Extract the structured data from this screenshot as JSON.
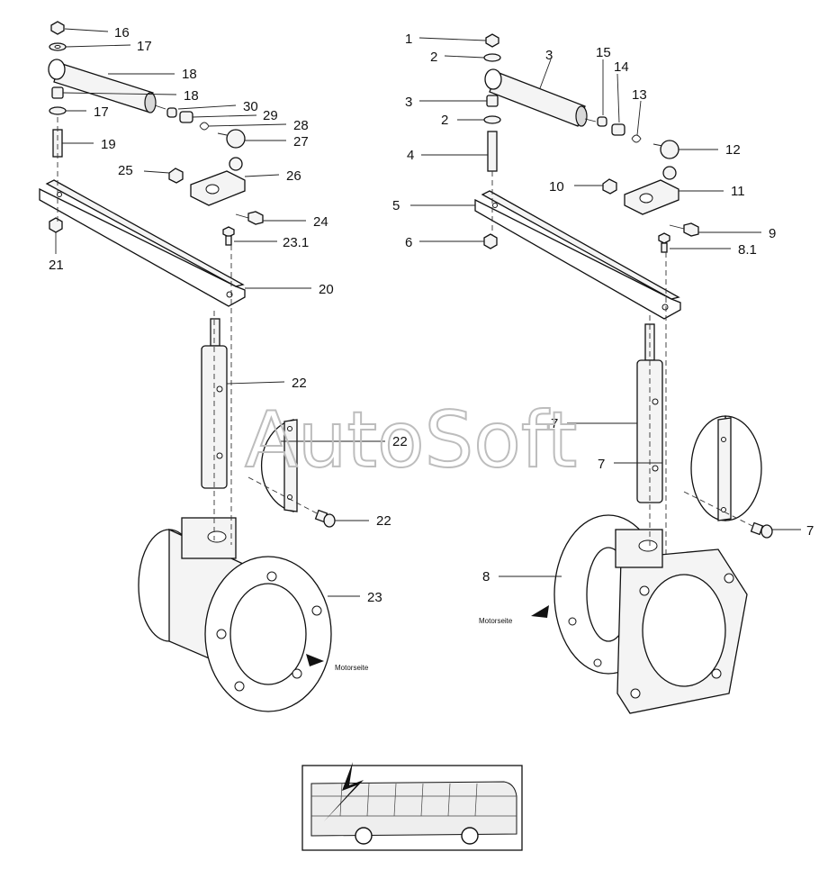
{
  "watermark": "AutoSoft",
  "left_assembly": {
    "labels": [
      "16",
      "17",
      "18",
      "18",
      "17",
      "19",
      "30",
      "29",
      "28",
      "27",
      "25",
      "26",
      "24",
      "23.1",
      "21",
      "20",
      "22",
      "22",
      "22",
      "23"
    ],
    "motor_side": "Motorseite"
  },
  "right_assembly": {
    "labels": [
      "1",
      "2",
      "3",
      "3",
      "2",
      "4",
      "15",
      "14",
      "13",
      "12",
      "10",
      "11",
      "5",
      "9",
      "6",
      "8.1",
      "7",
      "7",
      "7",
      "8"
    ],
    "motor_side": "Motorseite"
  }
}
